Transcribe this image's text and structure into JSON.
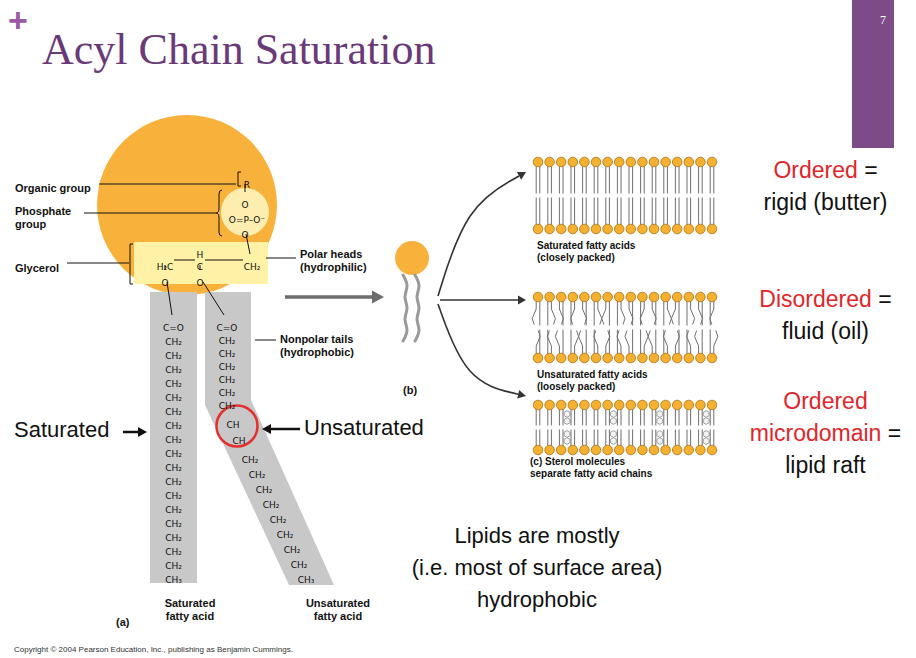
{
  "diagram": {
    "title": "Acyl Chain Saturation",
    "nodes": [
      {
        "text": [
          "7"
        ]
      },
      {
        "text": [
          "R"
        ]
      },
      {
        "text": [
          "O",
          "O=P–O⁻",
          "O"
        ],
        "in": 1
      },
      {
        "text": [
          "H",
          "H₂C",
          "C",
          "CH₂",
          "O",
          "O"
        ],
        "in": 1
      },
      {
        "text": [
          "C=O",
          "CH₂",
          "CH₂",
          "CH₂",
          "CH₂",
          "CH₂",
          "CH₂",
          "CH₂",
          "CH₂",
          "CH₂",
          "CH₂",
          "CH₂",
          "CH₂",
          "CH₂",
          "CH₂",
          "CH₂",
          "CH₂",
          "CH₂",
          "CH₃"
        ]
      },
      {
        "text": [
          "C=O",
          "CH₂",
          "CH₂",
          "CH₂",
          "CH₂",
          "CH₂",
          "CH₂",
          "CH",
          "CH",
          "CH₂",
          "CH₂",
          "CH₂",
          "CH₂",
          "CH₂",
          "CH₂",
          "CH₂",
          "CH₂",
          "CH₃"
        ]
      }
    ],
    "labels": [
      "+",
      "Organic group",
      "Phosphate group",
      "Glycerol",
      "Polar heads (hydrophilic)",
      "Nonpolar tails (hydrophobic)",
      "(b)",
      "Saturated",
      "Unsaturated",
      "(a)",
      "Saturated fatty acid",
      "Unsaturated fatty acid",
      "Saturated fatty acids (closely packed)",
      "Ordered",
      "=",
      "rigid (butter)",
      "Unsaturated fatty acids (loosely packed)",
      "Disordered",
      "=",
      "fluid (oil)",
      "(c) Sterol molecules separate fatty acid chains",
      "Ordered",
      "microdomain",
      "=",
      "lipid raft",
      "Lipids are mostly (i.e. most of surface area) hydrophobic",
      "Copyright © 2004 Pearson Education, Inc., publishing as Benjamin Cummings."
    ]
  }
}
